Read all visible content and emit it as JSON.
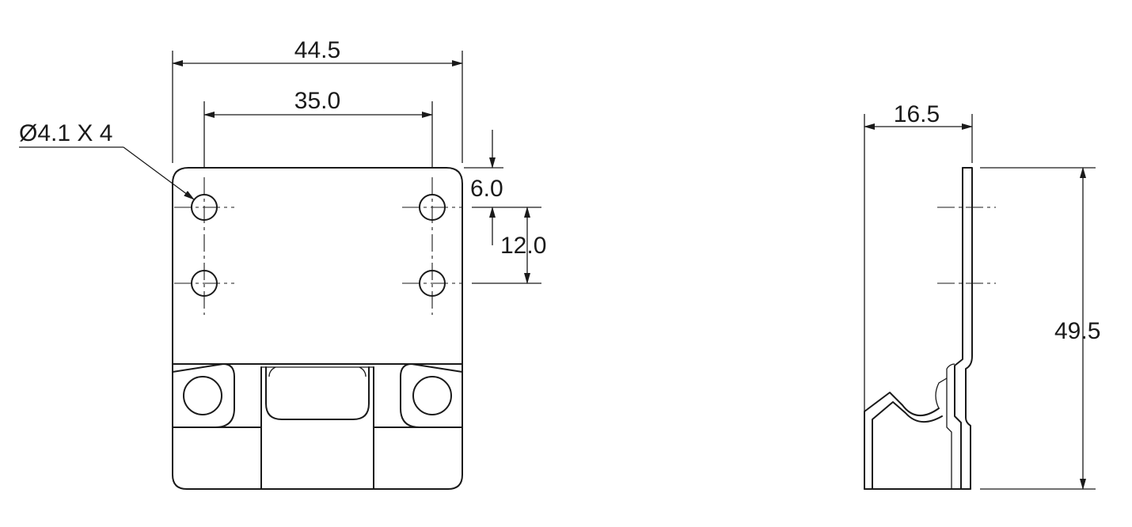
{
  "front_view": {
    "overall_width": "44.5",
    "hole_spacing_x": "35.0",
    "hole_callout": "Ø4.1 X 4",
    "top_edge_to_hole": "6.0",
    "hole_spacing_y": "12.0"
  },
  "side_view": {
    "depth": "16.5",
    "height": "49.5"
  }
}
